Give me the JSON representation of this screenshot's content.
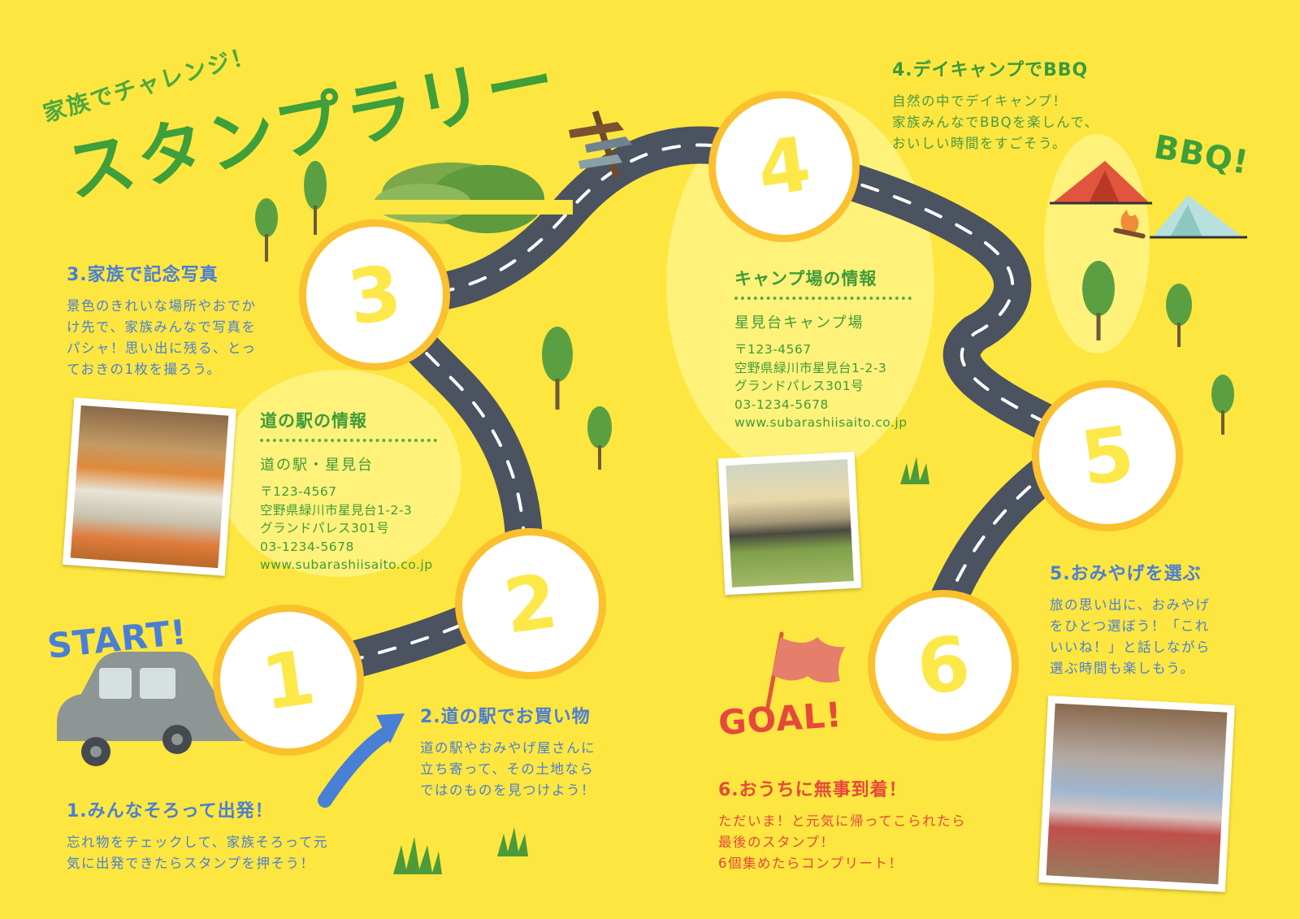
{
  "header": {
    "subtitle": "家族でチャレンジ！",
    "title": "スタンプラリー"
  },
  "badges": {
    "start": "START!",
    "goal": "GOAL!",
    "bbq": "BBQ!"
  },
  "checkpoints": [
    "1",
    "2",
    "3",
    "4",
    "5",
    "6"
  ],
  "steps": [
    {
      "title": "1.みんなそろって出発！",
      "text": "忘れ物をチェックして、家族そろって元\n気に出発できたらスタンプを押そう！"
    },
    {
      "title": "2.道の駅でお買い物",
      "text": "道の駅やおみやげ屋さんに\n立ち寄って、その土地なら\nではのものを見つけよう！"
    },
    {
      "title": "3.家族で記念写真",
      "text": "景色のきれいな場所やおでか\nけ先で、家族みんなで写真を\nパシャ！思い出に残る、とっ\nておきの1枚を撮ろう。"
    },
    {
      "title": "4.デイキャンプでBBQ",
      "text": "自然の中でデイキャンプ！\n家族みんなでBBQを楽しんで、\nおいしい時間をすごそう。"
    },
    {
      "title": "5.おみやげを選ぶ",
      "text": "旅の思い出に、おみやげ\nをひとつ選ぼう！「これ\nいいね！」と話しながら\n選ぶ時間も楽しもう。"
    },
    {
      "title": "6.おうちに無事到着！",
      "text": "ただいま！と元気に帰ってこられたら\n最後のスタンプ！\n6個集めたらコンプリート！"
    }
  ],
  "station_info": {
    "heading": "道の駅の情報",
    "name": "道の駅・星見台",
    "postal": "〒123-4567",
    "address1": "空野県緑川市星見台1-2-3",
    "address2": "グランドパレス301号",
    "phone": "03-1234-5678",
    "url": "www.subarashiisaito.co.jp"
  },
  "camp_info": {
    "heading": "キャンプ場の情報",
    "name": "星見台キャンプ場",
    "postal": "〒123-4567",
    "address1": "空野県緑川市星見台1-2-3",
    "address2": "グランドパレス301号",
    "phone": "03-1234-5678",
    "url": "www.subarashiisaito.co.jp"
  },
  "colors": {
    "background": "#fde63f",
    "road": "#4b5260",
    "title_green": "#3e9f3b",
    "blue_text": "#4a7fd6",
    "red_text": "#e6483c",
    "circle_border": "#fbc02d"
  }
}
